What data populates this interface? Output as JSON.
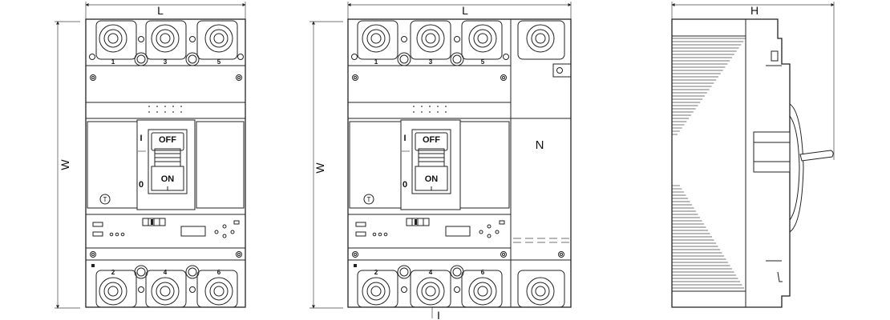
{
  "dimensions": {
    "length": "L",
    "width": "W",
    "height": "H",
    "depth": "I"
  },
  "front_view_3pole": {
    "top_terminals": [
      "1",
      "3",
      "5"
    ],
    "bottom_terminals": [
      "2",
      "4",
      "6"
    ],
    "off_label": "OFF",
    "on_label": "ON",
    "off_mark": "I",
    "on_mark": "0",
    "test_mark": "T"
  },
  "front_view_4pole": {
    "top_terminals": [
      "1",
      "3",
      "5"
    ],
    "bottom_terminals": [
      "2",
      "4",
      "6"
    ],
    "off_label": "OFF",
    "on_label": "ON",
    "off_mark": "I",
    "on_mark": "0",
    "test_mark": "T",
    "neutral_label": "N"
  }
}
